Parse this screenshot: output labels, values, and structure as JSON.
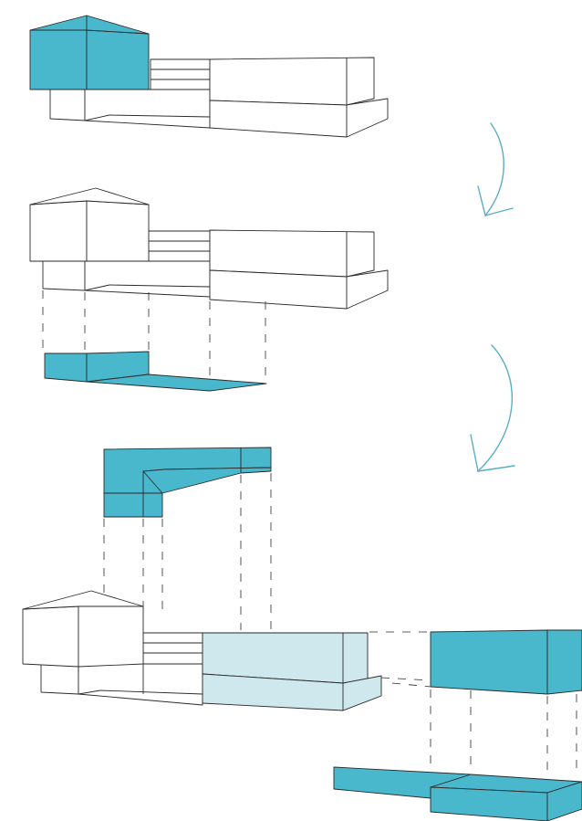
{
  "colors": {
    "accent": "#4ab8cc",
    "accent_light": "#cfe8ee",
    "line": "#2a2a2a",
    "arrow": "#5aaec4",
    "background": "#ffffff"
  },
  "steps": [
    {
      "name": "step-1",
      "highlight": "gable-house-volume"
    },
    {
      "name": "step-2",
      "highlight": "ground-footprint"
    },
    {
      "name": "step-3",
      "highlight": "upper-volumes-and-right-block"
    }
  ],
  "arrows": [
    {
      "name": "transition-arrow-1",
      "icon": "curved-arrow-icon"
    },
    {
      "name": "transition-arrow-2",
      "icon": "curved-arrow-icon"
    }
  ]
}
